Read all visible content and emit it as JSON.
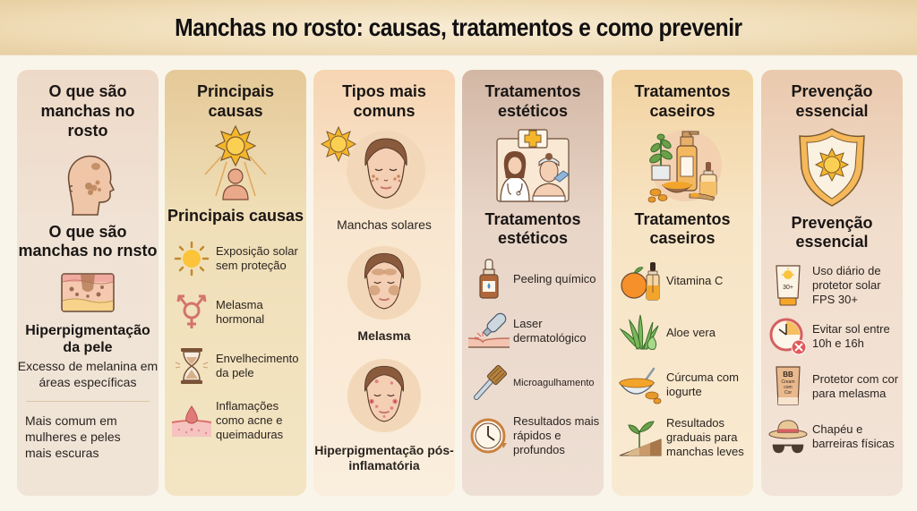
{
  "header": {
    "title": "Manchas no rosto: causas, tratamentos e como prevenir"
  },
  "colors": {
    "background": "#faf5ea",
    "header_bg": "#f0ddb8",
    "sun": "#f5b62a",
    "skin": "#e9ad8f",
    "accent_brown": "#8a5a3c"
  },
  "columns": [
    {
      "title": "O que são manchas no rosto",
      "hero_icon": "face-profile-spots-icon",
      "subtitle": "O que são manchas no rnsto",
      "skin_icon": "skin-layers-icon",
      "section_title": "Hiperpigmentação da pele",
      "section_text": "Excesso de melanina em áreas específicas",
      "note": "Mais comum em mulheres e peles mais escuras"
    },
    {
      "title": "Principais causas",
      "hero_icon": "sun-person-icon",
      "subtitle": "Principais causas",
      "items": [
        {
          "icon": "sun-icon",
          "text": "Exposição solar sem proteção"
        },
        {
          "icon": "gender-hormone-icon",
          "text": "Melasma hormonal"
        },
        {
          "icon": "hourglass-icon",
          "text": "Envelhecimento da pele"
        },
        {
          "icon": "inflamed-skin-icon",
          "text": "Inflamações como acne e queimaduras"
        }
      ]
    },
    {
      "title": "Tipos mais comuns",
      "faces": [
        {
          "icon": "face-sun-spots-icon",
          "label": "Manchas solares"
        },
        {
          "icon": "face-melasma-icon",
          "label": "Melasma"
        },
        {
          "icon": "face-acne-icon",
          "label": "Hiperpigmentação pós-inflamatória"
        }
      ]
    },
    {
      "title": "Tratamentos estéticos",
      "hero_icon": "clinic-doctor-patient-icon",
      "subtitle": "Tratamentos estéticos",
      "items": [
        {
          "icon": "dropper-bottle-icon",
          "text": "Peeling químico"
        },
        {
          "icon": "laser-device-icon",
          "text": "Laser dermatológico"
        },
        {
          "icon": "derma-roller-icon",
          "text": "Microagulhamento"
        },
        {
          "icon": "clock-icon",
          "text": "Resultados mais rápidos e profundos"
        }
      ]
    },
    {
      "title": "Tratamentos caseiros",
      "hero_icon": "natural-products-icon",
      "subtitle": "Tratamentos caseiros",
      "items": [
        {
          "icon": "orange-serum-icon",
          "text": "Vitamina C"
        },
        {
          "icon": "aloe-vera-icon",
          "text": "Aloe vera"
        },
        {
          "icon": "turmeric-bowl-icon",
          "text": "Cúrcuma com iogurte"
        },
        {
          "icon": "sprout-steps-icon",
          "text": "Resultados graduais para manchas leves"
        }
      ]
    },
    {
      "title": "Prevenção essencial",
      "hero_icon": "sun-shield-icon",
      "subtitle": "Prevenção essencial",
      "items": [
        {
          "icon": "sunscreen-tube-icon",
          "text": "Uso diário de protetor solar FPS 30+",
          "badge": "30+"
        },
        {
          "icon": "clock-cancel-icon",
          "text": "Evitar sol entre 10h e 16h"
        },
        {
          "icon": "bb-cream-tube-icon",
          "text": "Protetor com cor para melasma",
          "badge_lines": [
            "BB",
            "Cream",
            "com",
            "Cor"
          ]
        },
        {
          "icon": "hat-sunglasses-icon",
          "text": "Chapéu e barreiras físicas"
        }
      ]
    }
  ]
}
